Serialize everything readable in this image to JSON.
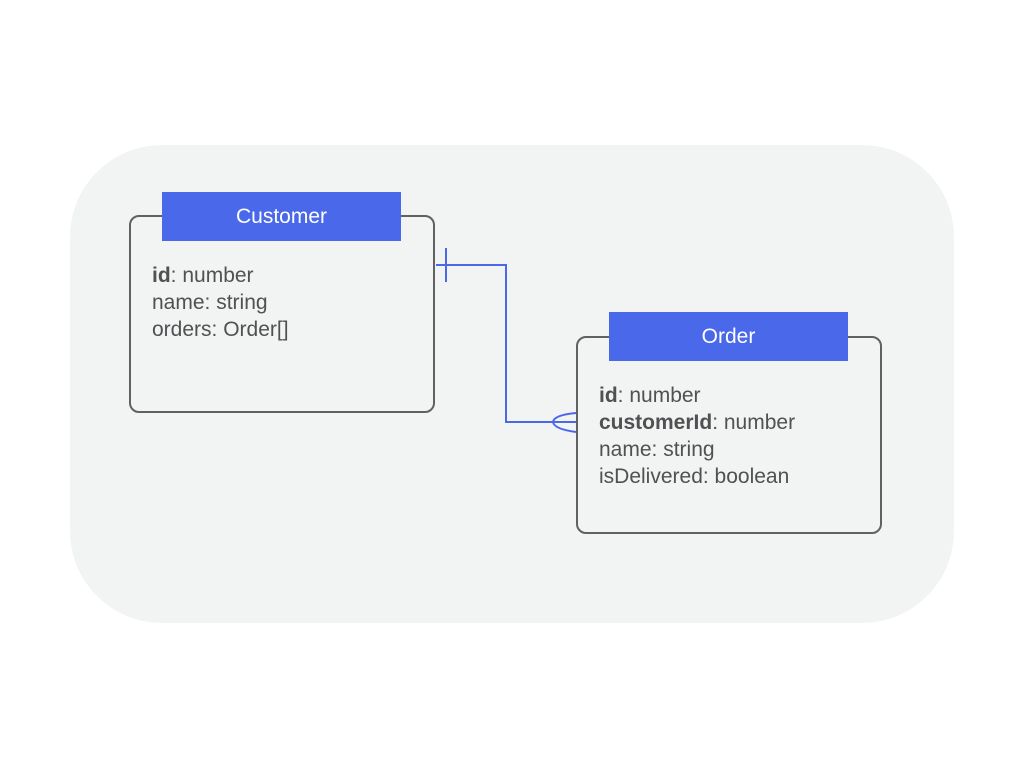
{
  "diagram": {
    "entities": [
      {
        "id": "customer",
        "title": "Customer",
        "fields": [
          {
            "name": "id",
            "sep": ":",
            "type": " number",
            "key": true
          },
          {
            "name": "name",
            "sep": ":",
            "type": " string",
            "key": false
          },
          {
            "name": "orders",
            "sep": ":",
            "type": " Order[]",
            "key": false
          }
        ]
      },
      {
        "id": "order",
        "title": "Order",
        "fields": [
          {
            "name": "id",
            "sep": ":",
            "type": " number",
            "key": true
          },
          {
            "name": "customerId",
            "sep": ":",
            "type": " number",
            "key": true
          },
          {
            "name": "name",
            "sep": ":",
            "type": " string",
            "key": false
          },
          {
            "name": "isDelivered",
            "sep": ":",
            "type": " boolean",
            "key": false
          }
        ]
      }
    ],
    "relationship": {
      "from": "customer",
      "to": "order",
      "from_cardinality": "one",
      "to_cardinality": "many"
    },
    "colors": {
      "header": "#4a68ea",
      "connector": "#4a68ea",
      "border": "#5f6162",
      "canvas": "#f2f3f3",
      "text": "#4f5153"
    }
  }
}
